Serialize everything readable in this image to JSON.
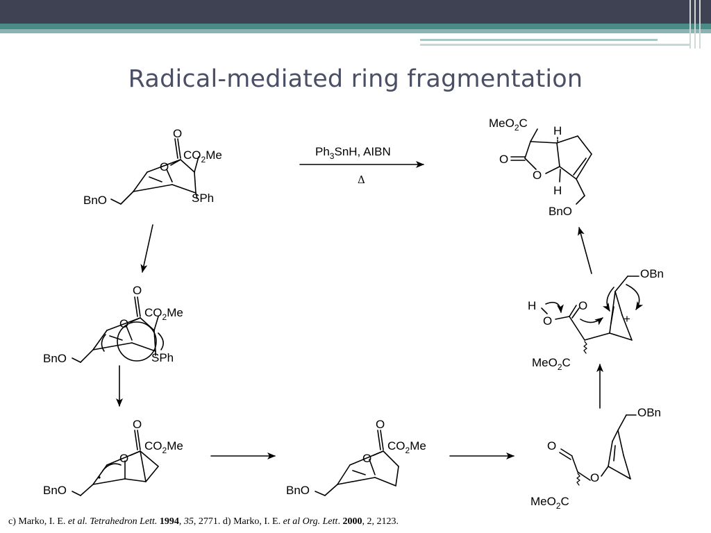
{
  "slide": {
    "title": "Radical-mediated ring fragmentation"
  },
  "scheme": {
    "reagents": {
      "line1_a": "Ph",
      "line1_sub": "3",
      "line1_b": "SnH, AIBN",
      "line2": "Δ"
    },
    "labels": {
      "O": "O",
      "H": "H",
      "BnO": "BnO",
      "OBn": "OBn",
      "SPh": "SPh",
      "plus": "+",
      "CO": "CO",
      "Me": "Me",
      "MeO": "MeO",
      "C": "C",
      "sub2": "2"
    }
  },
  "reference": {
    "a1": "c) Marko, I. E. ",
    "etal1": "et al.",
    "journal1": "Tetrahedron Lett.",
    "year1": "1994",
    "vol1": "35",
    "pages1": ", 2771. d) Marko, I. E. ",
    "etal2": "et al",
    "journal2": "Org. Lett",
    "dot": ". ",
    "year2": "2000",
    "tail2": ", 2, 2123."
  }
}
